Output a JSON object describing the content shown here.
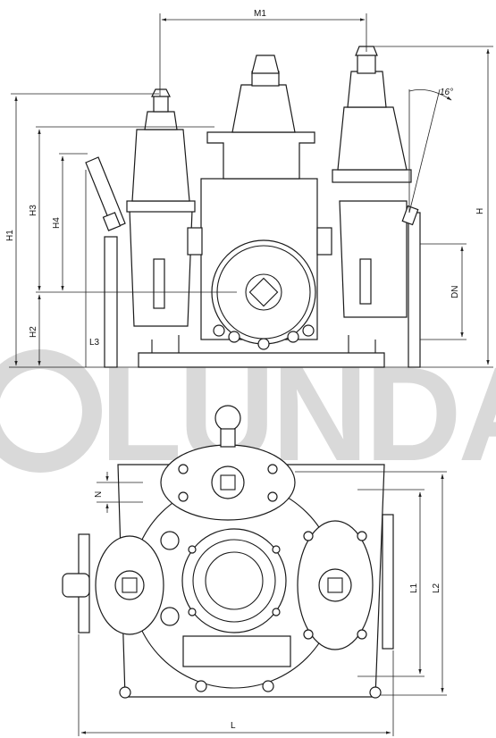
{
  "brand_watermark": "LUNDA",
  "dimensions": {
    "m1": "M1",
    "h": "H",
    "h1": "H1",
    "h2": "H2",
    "h3": "H3",
    "h4": "H4",
    "l": "L",
    "l1": "L1",
    "l2": "L2",
    "l3": "L3",
    "n": "N",
    "dn": "DN",
    "angle": "16°"
  },
  "colors": {
    "line": "#1a1a1a",
    "watermark": "#d9d9d9"
  }
}
